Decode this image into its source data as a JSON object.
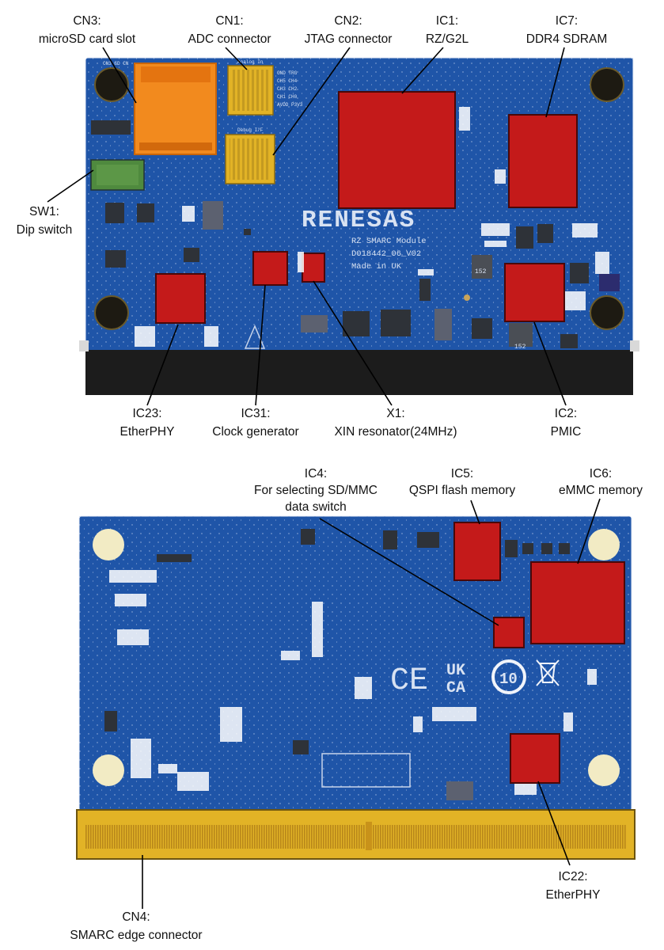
{
  "colors": {
    "pcb": "#1f55a8",
    "chip": "#c41a1a",
    "sd_slot": "#f28a1e",
    "gold": "#e2b326",
    "dip_switch": "#4f8a3e",
    "dark_ic": "#2e3238",
    "edge": "#1c1c1c"
  },
  "top_labels": {
    "cn3": [
      "CN3:",
      "microSD card slot"
    ],
    "cn1": [
      "CN1:",
      "ADC connector"
    ],
    "cn2": [
      "CN2:",
      "JTAG connector"
    ],
    "ic1": [
      "IC1:",
      "RZ/G2L"
    ],
    "ic7": [
      "IC7:",
      "DDR4 SDRAM"
    ],
    "sw1": [
      "SW1:",
      "Dip switch"
    ],
    "ic23": [
      "IC23:",
      "EtherPHY"
    ],
    "ic31": [
      "IC31:",
      "Clock generator"
    ],
    "x1": [
      "X1:",
      "XIN resonator(24MHz)"
    ],
    "ic2": [
      "IC2:",
      "PMIC"
    ]
  },
  "bottom_labels": {
    "ic4": [
      "IC4:",
      "For selecting SD/MMC",
      "data switch"
    ],
    "ic5": [
      "IC5:",
      "QSPI flash memory"
    ],
    "ic6": [
      "IC6:",
      "eMMC memory"
    ],
    "ic22": [
      "IC22:",
      "EtherPHY"
    ],
    "cn4": [
      "CN4:",
      "SMARC edge connector"
    ]
  },
  "board_top": {
    "brand": "RENESAS",
    "silk_lines": [
      "RZ SMARC Module",
      "D018442_06_V02",
      "Made in UK"
    ],
    "cn1_silk": "Analog In",
    "cn2_silk": "Debug I/F",
    "cn3_silk": "CN3 SD CN",
    "adc_pins": [
      "GND TRG",
      "CH5 CH4",
      "CH3 CH2",
      "CH1 CH0",
      "AVDD P3V3"
    ],
    "cap_mark": "152"
  },
  "board_bottom": {
    "marks": [
      "CE",
      "UK",
      "CA",
      "10"
    ]
  }
}
